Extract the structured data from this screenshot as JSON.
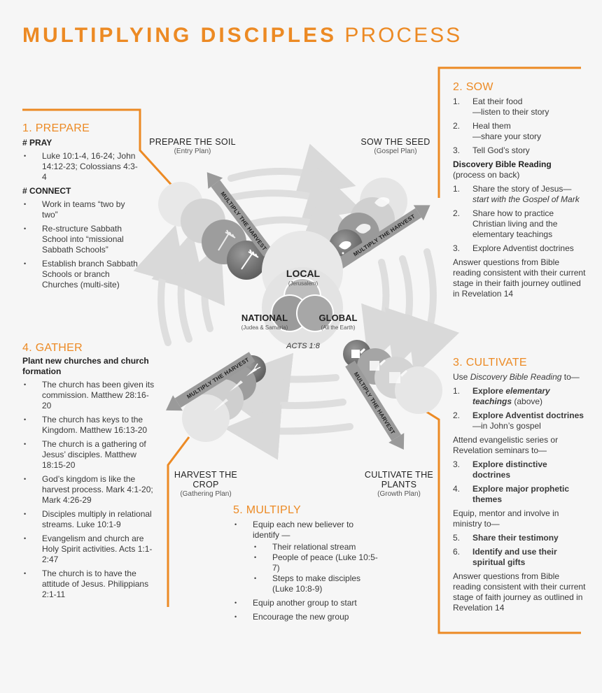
{
  "title": {
    "bold": "MULTIPLYING DISCIPLES",
    "light": "PROCESS"
  },
  "prepare": {
    "heading": "1. PREPARE",
    "pray_label": "#  PRAY",
    "pray_items": [
      "Luke 10:1-4, 16-24; John 14:12-23; Colossians 4:3-4"
    ],
    "connect_label": "#  CONNECT",
    "connect_items": [
      "Work in teams “two by two”",
      "Re-structure Sabbath School into “missional Sabbath Schools”",
      "Establish branch Sabbath Schools or branch Churches (multi-site)"
    ]
  },
  "sow": {
    "heading": "2. SOW",
    "items": [
      {
        "n": "1.",
        "a": "Eat their food",
        "b": "—listen to their story"
      },
      {
        "n": "2.",
        "a": "Heal them",
        "b": "—share your story"
      },
      {
        "n": "3.",
        "a": "Tell God’s story",
        "b": ""
      }
    ],
    "dbr_title": "Discovery Bible Reading",
    "dbr_note": "(process on back)",
    "dbr_items": [
      {
        "n": "1.",
        "a": "Share the story of Jesus—",
        "b": "start with the Gospel of Mark"
      },
      {
        "n": "2.",
        "a": "Share how to practice Christian living and the elementary teachings",
        "b": ""
      },
      {
        "n": "3.",
        "a": "Explore Adventist doctrines",
        "b": ""
      }
    ],
    "closing": "Answer questions from Bible reading consistent with their current stage in their faith journey outlined in Revelation 14"
  },
  "cultivate": {
    "heading": "3. CULTIVATE",
    "intro_a": "Use ",
    "intro_b": "Discovery Bible Reading",
    "intro_c": " to—",
    "items1": [
      {
        "n": "1.",
        "a": "Explore ",
        "b": "elementary teachings",
        "c": " (above)"
      },
      {
        "n": "2.",
        "a": "Explore Adventist doctrines",
        "b": "—in John’s gospel"
      }
    ],
    "attend": "Attend evangelistic series or Revelation seminars to—",
    "items2": [
      {
        "n": "3.",
        "a": "Explore distinctive doctrines"
      },
      {
        "n": "4.",
        "a": "Explore major prophetic themes"
      }
    ],
    "equip": "Equip, mentor and involve in ministry to—",
    "items3": [
      {
        "n": "5.",
        "a": "Share their testimony"
      },
      {
        "n": "6.",
        "a": "Identify and use their spiritual gifts"
      }
    ],
    "closing": "Answer questions from Bible reading consistent with their current stage of faith journey as outlined in Revelation 14"
  },
  "gather": {
    "heading": "4. GATHER",
    "sub": "Plant new churches and church formation",
    "items": [
      "The church has been given its commission. Matthew 28:16-20",
      "The church has keys to the Kingdom. Matthew 16:13-20",
      "The church is a gathering of Jesus’ disciples. Matthew 18:15-20",
      "God’s kingdom is like the harvest process. Mark 4:1-20; Mark 4:26-29",
      "Disciples multiply in relational streams. Luke 10:1-9",
      "Evangelism and church are Holy Spirit activities. Acts 1:1-2:47",
      "The church is to have the attitude of Jesus. Philippians 2:1-11"
    ]
  },
  "multiply": {
    "heading": "5. MULTIPLY",
    "item1": "Equip each new believer to identify —",
    "inner": [
      "Their relational stream",
      "People of peace (Luke 10:5-7)",
      "Steps to make disciples (Luke 10:8-9)"
    ],
    "item2": "Equip another group to start",
    "item3": "Encourage the new group"
  },
  "stages": {
    "soil": {
      "title": "PREPARE THE SOIL",
      "sub": "(Entry Plan)"
    },
    "seed": {
      "title": "SOW THE SEED",
      "sub": "(Gospel Plan)"
    },
    "plants": {
      "title": "CULTIVATE THE PLANTS",
      "sub": "(Growth Plan)"
    },
    "crop": {
      "title": "HARVEST THE CROP",
      "sub": "(Gathering Plan)"
    }
  },
  "venn": {
    "local": "LOCAL",
    "local_sub": "(Jerusalem)",
    "national": "NATIONAL",
    "national_sub": "(Judea & Samaria)",
    "global": "GLOBAL",
    "global_sub": "(All the Earth)",
    "ref": "ACTS 1:8"
  },
  "arrow_label": "MULTIPLY THE HARVEST",
  "icons": [
    "rake-icon",
    "hand-seed-icon",
    "watering-can-icon",
    "carrot-icon"
  ],
  "colors": {
    "accent": "#ec8a24",
    "text": "#333333"
  }
}
